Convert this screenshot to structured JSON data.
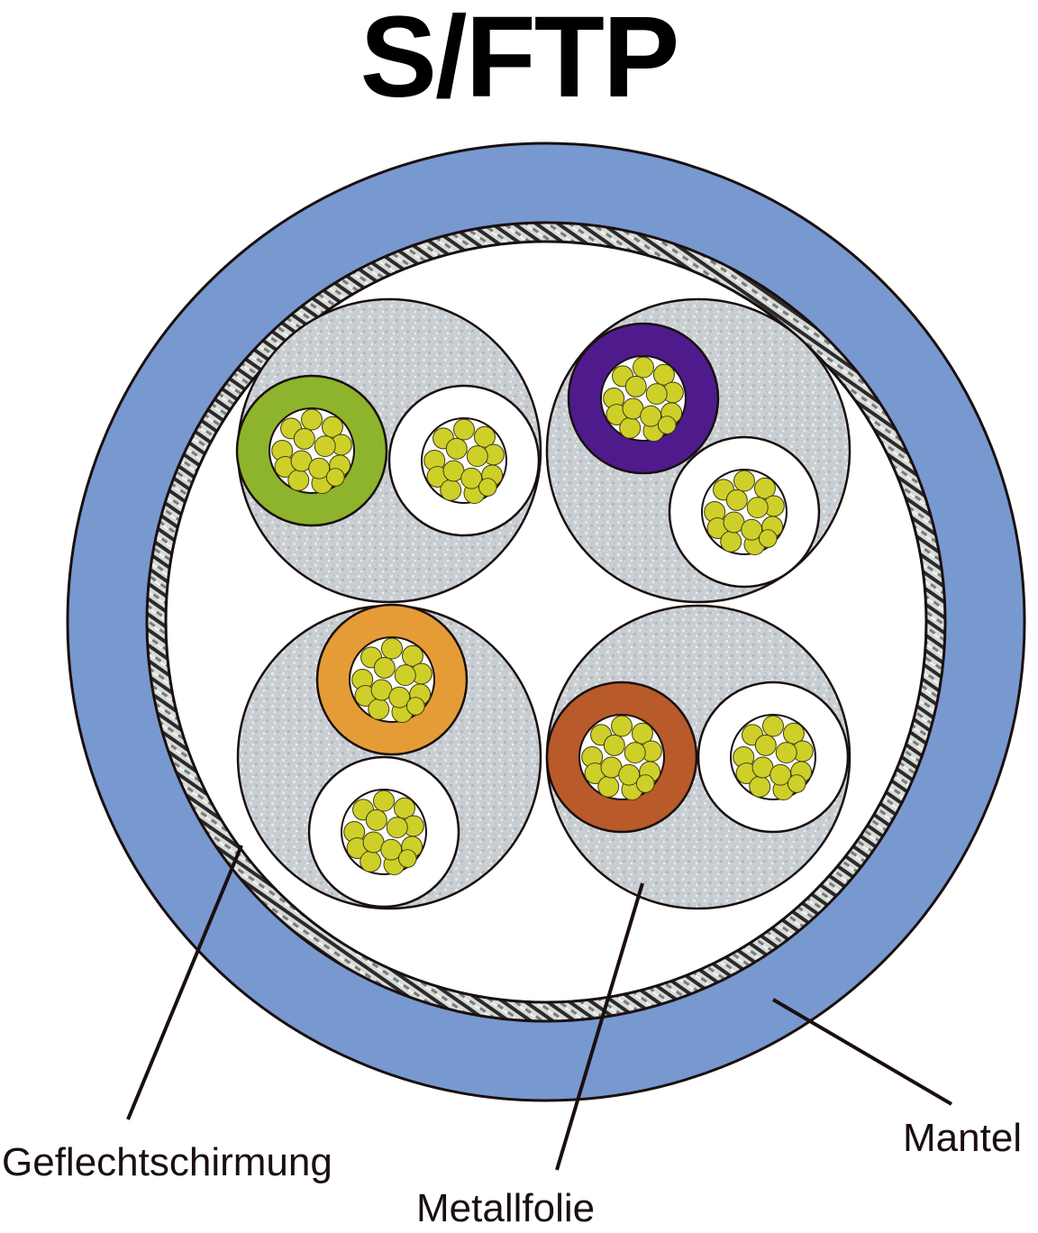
{
  "title": "S/FTP",
  "colors": {
    "jacket": "#7898d0",
    "braid_dark": "#2a2a2a",
    "braid_light": "#d8dcd8",
    "foil": "#c9ced3",
    "conductor": "#cfcf2a",
    "outline": "#1a0f0f",
    "pair_colors": {
      "green": "#8db42c",
      "violet": "#4f1b8c",
      "orange": "#e59c37",
      "brown": "#b85a2a",
      "white": "#ffffff"
    }
  },
  "labels": {
    "braid": "Geflechtschirmung",
    "foil": "Metallfolie",
    "jacket": "Mantel"
  },
  "pairs": [
    {
      "position": "top-left",
      "colored_wire": "green",
      "partner_wire": "white"
    },
    {
      "position": "top-right",
      "colored_wire": "violet",
      "partner_wire": "white"
    },
    {
      "position": "bottom-left",
      "colored_wire": "orange",
      "partner_wire": "white"
    },
    {
      "position": "bottom-right",
      "colored_wire": "brown",
      "partner_wire": "white"
    }
  ]
}
